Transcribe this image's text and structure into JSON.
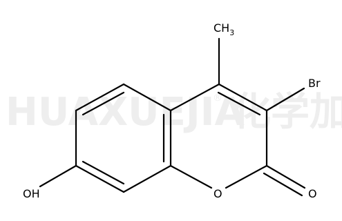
{
  "watermark": {
    "latin": "HUAXUEJIA",
    "registered": "®",
    "chinese": "化学加"
  },
  "atoms": {
    "methyl": {
      "main": "CH",
      "subscript": "3"
    },
    "bromine": "Br",
    "ring_oxygen": "O",
    "carbonyl_oxygen": "O",
    "hydroxyl": "OH"
  }
}
